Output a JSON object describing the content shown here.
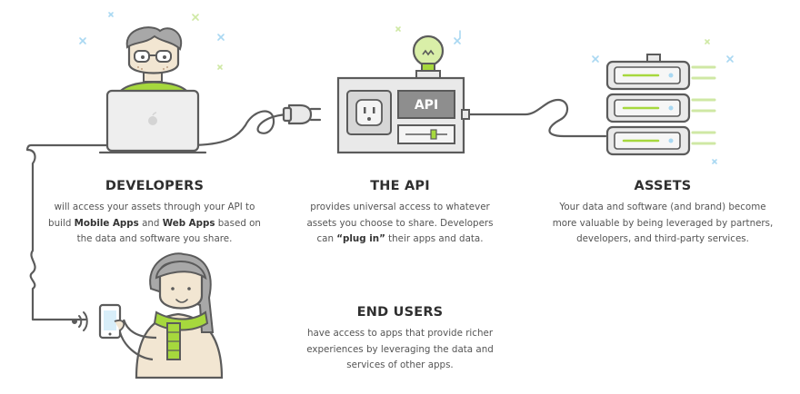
{
  "colors": {
    "green": "#a6d83d",
    "outline": "#5b5b5b",
    "box_fill": "#e9e9e9",
    "dark_panel": "#8e8e8e",
    "accent_blue": "#a9d8f2"
  },
  "developers": {
    "title": "DEVELOPERS",
    "line1": "will access your assets through your API to",
    "line2_pre": "build ",
    "line2_b1": "Mobile Apps",
    "line2_mid": " and ",
    "line2_b2": "Web Apps",
    "line2_post": " based on",
    "line3": "the data and software you share."
  },
  "api": {
    "title": "THE API",
    "label": "API",
    "line1": "provides universal access to whatever",
    "line2": "assets you choose to share. Developers",
    "line3_pre": "can ",
    "line3_b": "“plug in”",
    "line3_post": " their apps and data."
  },
  "assets": {
    "title": "ASSETS",
    "line1": "Your data and software (and brand) become",
    "line2": "more valuable by being leveraged by partners,",
    "line3": "developers, and third-party services."
  },
  "end_users": {
    "title": "END USERS",
    "line1": "have access to apps that provide richer",
    "line2": "experiences by leveraging the data and",
    "line3": "services of other apps."
  },
  "icons": [
    "developer-icon",
    "laptop-icon",
    "plug-icon",
    "api-box-icon",
    "lightbulb-icon",
    "server-stack-icon",
    "end-user-icon",
    "phone-icon",
    "wireless-signal-icon"
  ]
}
